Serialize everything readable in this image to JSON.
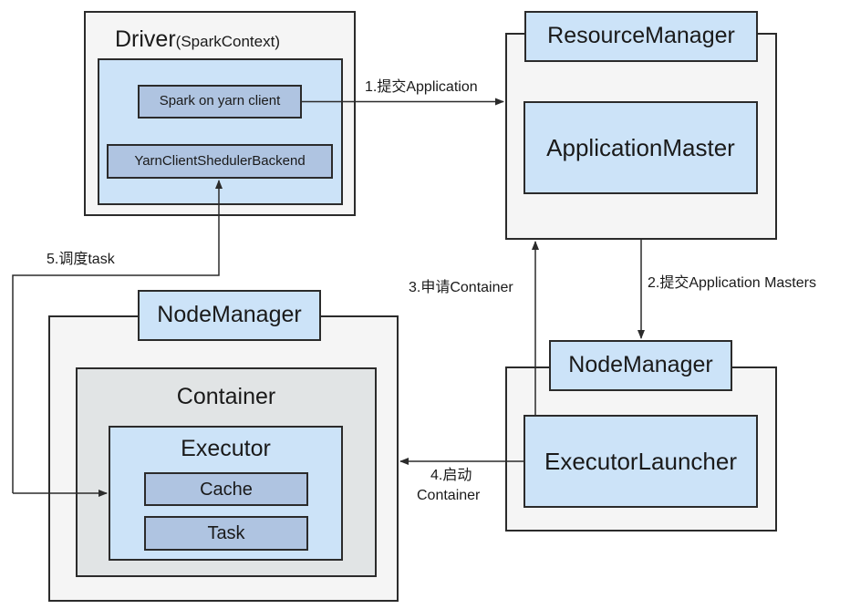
{
  "driver": {
    "title": "Driver",
    "subtitle": "(SparkContext)",
    "spark_client": "Spark on yarn client",
    "backend": "YarnClientShedulerBackend"
  },
  "resource_manager": {
    "title": "ResourceManager",
    "app_master": "ApplicationMaster"
  },
  "node_manager_left": {
    "title": "NodeManager",
    "container": "Container",
    "executor": "Executor",
    "cache": "Cache",
    "task": "Task"
  },
  "node_manager_right": {
    "title": "NodeManager",
    "launcher": "ExecutorLauncher"
  },
  "edges": {
    "e1": "1.提交Application",
    "e2": "2.提交Application Masters",
    "e3": "3.申请Container",
    "e4_line1": "4.启动",
    "e4_line2": "Container",
    "e5": "5.调度task"
  },
  "colors": {
    "outer_bg": "#f5f5f5",
    "container_bg": "#e1e4e5",
    "light_blue": "#cce3f8",
    "mid_blue": "#afc4e1",
    "line": "#2b2b2b"
  }
}
